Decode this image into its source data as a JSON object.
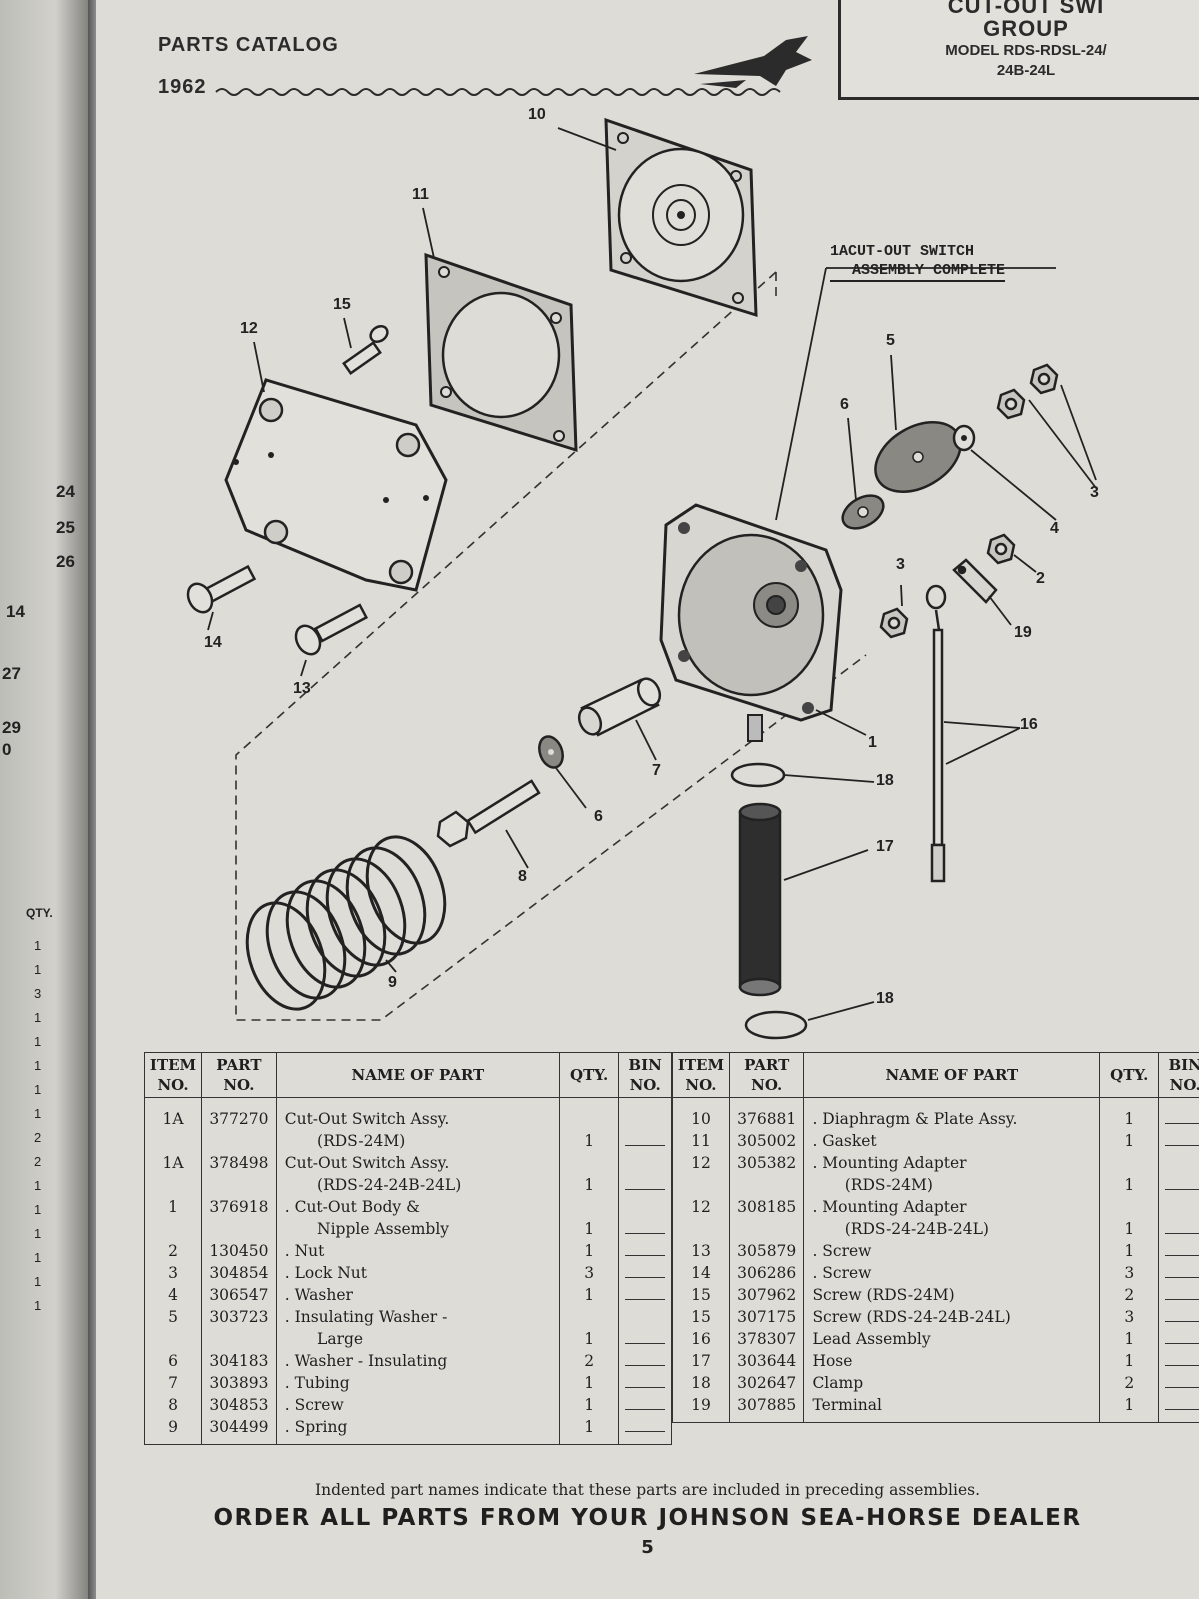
{
  "left_page": {
    "fragments": [
      "24",
      "25",
      "26",
      "14",
      "27",
      "29",
      "0",
      "QTY."
    ],
    "qty_values": [
      "1",
      "1",
      "3",
      "1",
      "1",
      "1",
      "1",
      "1",
      "2",
      "2",
      "1",
      "1",
      "1",
      "1",
      "1",
      "1"
    ]
  },
  "header": {
    "catalog": "PARTS CATALOG",
    "year": "1962"
  },
  "title_box": {
    "line1": "CUT-OUT SWI",
    "line2": "GROUP",
    "line3": "MODEL RDS-RDSL-24/",
    "line4": "24B-24L"
  },
  "diagram": {
    "assembly_label_line1": "1ACUT-OUT SWITCH",
    "assembly_label_line2": "ASSEMBLY COMPLETE",
    "callouts": [
      "10",
      "11",
      "15",
      "12",
      "14",
      "13",
      "5",
      "6",
      "3",
      "4",
      "2",
      "19",
      "3",
      "16",
      "1",
      "7",
      "18",
      "6",
      "8",
      "17",
      "9",
      "18"
    ]
  },
  "table": {
    "headers": {
      "item_no": [
        "ITEM",
        "NO."
      ],
      "part_no": [
        "PART",
        "NO."
      ],
      "name": "NAME OF PART",
      "qty": "QTY.",
      "bin_no": [
        "BIN",
        "NO."
      ]
    },
    "left_rows": [
      {
        "item": "1A",
        "part": "377270",
        "name": "Cut-Out Switch Assy.",
        "qty": ""
      },
      {
        "item": "",
        "part": "",
        "name": "(RDS-24M)",
        "qty": "1"
      },
      {
        "item": "1A",
        "part": "378498",
        "name": "Cut-Out Switch Assy.",
        "qty": ""
      },
      {
        "item": "",
        "part": "",
        "name": "(RDS-24-24B-24L)",
        "qty": "1"
      },
      {
        "item": "1",
        "part": "376918",
        "name": ". Cut-Out Body &",
        "qty": ""
      },
      {
        "item": "",
        "part": "",
        "name": "Nipple Assembly",
        "qty": "1"
      },
      {
        "item": "2",
        "part": "130450",
        "name": ". Nut",
        "qty": "1"
      },
      {
        "item": "3",
        "part": "304854",
        "name": ". Lock Nut",
        "qty": "3"
      },
      {
        "item": "4",
        "part": "306547",
        "name": ". Washer",
        "qty": "1"
      },
      {
        "item": "5",
        "part": "303723",
        "name": ". Insulating Washer -",
        "qty": ""
      },
      {
        "item": "",
        "part": "",
        "name": "Large",
        "qty": "1"
      },
      {
        "item": "6",
        "part": "304183",
        "name": ". Washer - Insulating",
        "qty": "2"
      },
      {
        "item": "7",
        "part": "303893",
        "name": ". Tubing",
        "qty": "1"
      },
      {
        "item": "8",
        "part": "304853",
        "name": ". Screw",
        "qty": "1"
      },
      {
        "item": "9",
        "part": "304499",
        "name": ". Spring",
        "qty": "1"
      }
    ],
    "right_rows": [
      {
        "item": "10",
        "part": "376881",
        "name": ". Diaphragm & Plate Assy.",
        "qty": "1"
      },
      {
        "item": "11",
        "part": "305002",
        "name": ". Gasket",
        "qty": "1"
      },
      {
        "item": "12",
        "part": "305382",
        "name": ". Mounting Adapter",
        "qty": ""
      },
      {
        "item": "",
        "part": "",
        "name": "(RDS-24M)",
        "qty": "1"
      },
      {
        "item": "12",
        "part": "308185",
        "name": ". Mounting Adapter",
        "qty": ""
      },
      {
        "item": "",
        "part": "",
        "name": "(RDS-24-24B-24L)",
        "qty": "1"
      },
      {
        "item": "13",
        "part": "305879",
        "name": ". Screw",
        "qty": "1"
      },
      {
        "item": "14",
        "part": "306286",
        "name": ". Screw",
        "qty": "3"
      },
      {
        "item": "15",
        "part": "307962",
        "name": "Screw (RDS-24M)",
        "qty": "2"
      },
      {
        "item": "15",
        "part": "307175",
        "name": "Screw (RDS-24-24B-24L)",
        "qty": "3"
      },
      {
        "item": "16",
        "part": "378307",
        "name": "Lead Assembly",
        "qty": "1"
      },
      {
        "item": "17",
        "part": "303644",
        "name": "Hose",
        "qty": "1"
      },
      {
        "item": "18",
        "part": "302647",
        "name": "Clamp",
        "qty": "2"
      },
      {
        "item": "19",
        "part": "307885",
        "name": "Terminal",
        "qty": "1"
      },
      {
        "item": "",
        "part": "",
        "name": "",
        "qty": ""
      }
    ]
  },
  "footer": {
    "note": "Indented part names indicate that these parts are included in preceding assemblies.",
    "order": "ORDER ALL PARTS FROM YOUR JOHNSON SEA-HORSE DEALER",
    "page_number": "5"
  },
  "colors": {
    "paper": "#dedcd6",
    "ink": "#222222",
    "background": "#2a2a2a"
  }
}
